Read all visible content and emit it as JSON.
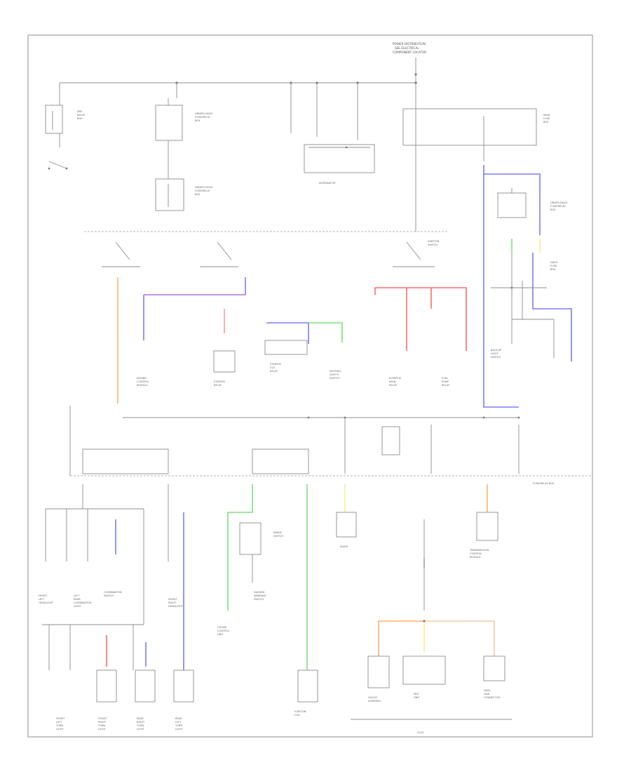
{
  "header": {
    "top_label_lines": [
      "POWER DISTRIBUTION",
      "SEE ELECTRICAL",
      "COMPONENT LOCATOR"
    ],
    "bottom_right_label": "FUSE/RELAY BOX",
    "footer_left": "",
    "footer_center": "G101"
  },
  "colors": {
    "wire": "#8c8c8c",
    "red": "#ff6b6b",
    "blue": "#7b7bff",
    "orange": "#ffb070",
    "green": "#7fe07f",
    "yellow": "#f4ee9a",
    "pink": "#ff9aa0",
    "purple": "#b070d8",
    "tan": "#f2c9a0"
  },
  "upper_components": {
    "c1": [
      "ABS",
      "RELAY",
      "BOX"
    ],
    "c2": [
      "UNDER-HOOD",
      "FUSE/RELAY",
      "BOX"
    ],
    "c3": [
      "ALTERNATOR"
    ],
    "c4": [
      "MAIN",
      "FUSE",
      "BOX"
    ],
    "c5": [
      "IGNITION",
      "SWITCH"
    ],
    "c6": [
      "DASH",
      "FUSE",
      "BOX"
    ],
    "c7": [
      "UNDER-DASH",
      "FUSE/RELAY",
      "BOX"
    ]
  },
  "middle_components": {
    "m1": [
      "ENGINE",
      "CONTROL",
      "MODULE"
    ],
    "m2": [
      "STARTER",
      "RELAY"
    ],
    "m3": [
      "STARTER",
      "CUT",
      "RELAY"
    ],
    "m4": [
      "NEUTRAL",
      "SAFETY",
      "SWITCH"
    ],
    "m5": [
      "ECM/PCM",
      "MAIN",
      "RELAY"
    ],
    "m6": [
      "FUEL",
      "PUMP",
      "RELAY"
    ],
    "m7": [
      "BACK-UP",
      "LIGHT",
      "SWITCH"
    ]
  },
  "bottom_components": {
    "b1": [
      "FRONT",
      "LEFT",
      "HEADLIGHT"
    ],
    "b2": [
      "LEFT",
      "REAR",
      "COMBINATION",
      "LIGHT"
    ],
    "b3": [
      "COMBINATION",
      "SWITCH"
    ],
    "b4": [
      "FRONT",
      "RIGHT",
      "HEADLIGHT"
    ],
    "b5": [
      "FRONT",
      "LEFT",
      "TURN",
      "LIGHT"
    ],
    "b6": [
      "FRONT",
      "RIGHT",
      "TURN",
      "LIGHT"
    ],
    "b7": [
      "REAR",
      "RIGHT",
      "TURN",
      "LIGHT"
    ],
    "b8": [
      "REAR",
      "LEFT",
      "TURN",
      "LIGHT"
    ],
    "b9": [
      "CRUISE",
      "CONTROL",
      "UNIT"
    ],
    "b10": [
      "BRAKE",
      "SWITCH"
    ],
    "b11": [
      "HAZARD",
      "WARNING",
      "SWITCH"
    ],
    "b12": [
      "RADIO"
    ],
    "b13": [
      "TRANSMISSION",
      "CONTROL",
      "MODULE"
    ],
    "b14": [
      "IGNITION",
      "COIL"
    ],
    "b15": [
      "GAUGE",
      "ASSEMBLY"
    ],
    "b16": [
      "SRS",
      "UNIT"
    ],
    "b17": [
      "DATA",
      "LINK",
      "CONNECTOR"
    ]
  }
}
